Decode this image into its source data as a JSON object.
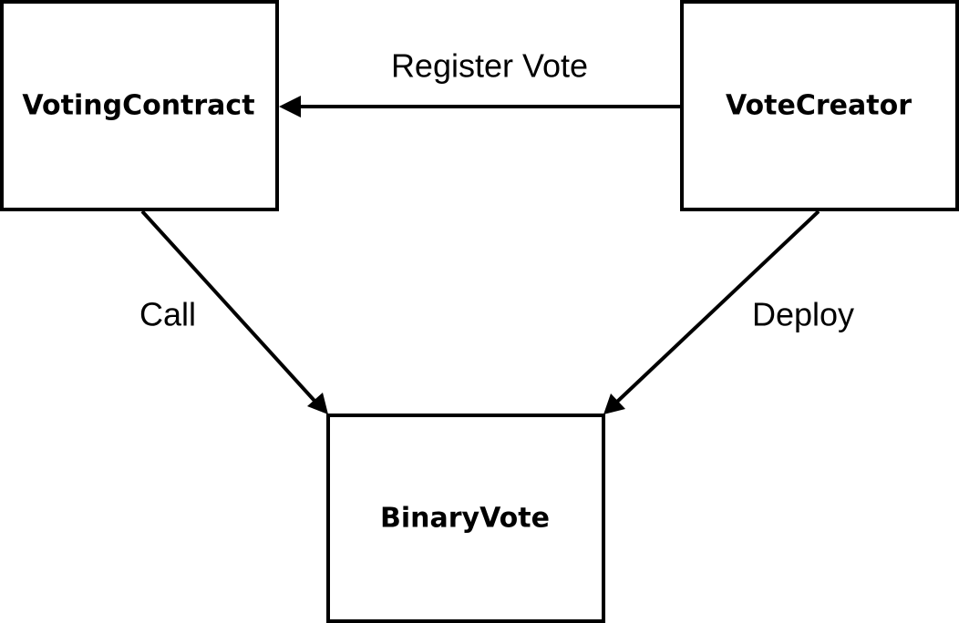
{
  "nodes": {
    "voting_contract": {
      "label": "VotingContract"
    },
    "vote_creator": {
      "label": "VoteCreator"
    },
    "binary_vote": {
      "label": "BinaryVote"
    }
  },
  "edges": {
    "register_vote": {
      "label": "Register Vote",
      "from": "VoteCreator",
      "to": "VotingContract"
    },
    "call": {
      "label": "Call",
      "from": "VotingContract",
      "to": "BinaryVote"
    },
    "deploy": {
      "label": "Deploy",
      "from": "VoteCreator",
      "to": "BinaryVote"
    }
  },
  "colors": {
    "stroke": "#000000",
    "background": "#ffffff"
  }
}
